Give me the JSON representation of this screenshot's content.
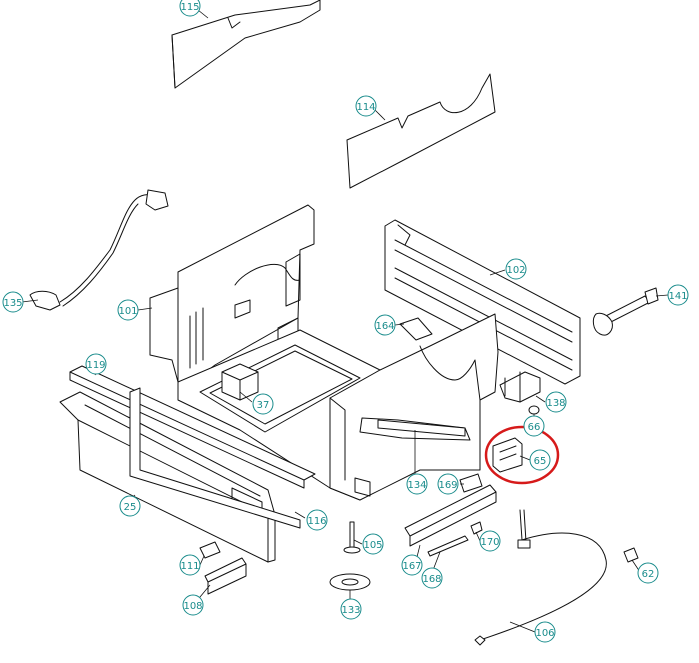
{
  "diagram": {
    "kind": "exploded parts diagram",
    "callout_color": "#1a8c8c",
    "line_color": "#111111",
    "highlight_color": "#d61a1a",
    "highlighted_part": "65",
    "callouts": [
      {
        "id": "c115",
        "label": "115"
      },
      {
        "id": "c114",
        "label": "114"
      },
      {
        "id": "c135",
        "label": "135"
      },
      {
        "id": "c101",
        "label": "101"
      },
      {
        "id": "c102",
        "label": "102"
      },
      {
        "id": "c141",
        "label": "141"
      },
      {
        "id": "c164",
        "label": "164"
      },
      {
        "id": "c119",
        "label": "119"
      },
      {
        "id": "c37",
        "label": "37"
      },
      {
        "id": "c138",
        "label": "138"
      },
      {
        "id": "c66",
        "label": "66"
      },
      {
        "id": "c65",
        "label": "65"
      },
      {
        "id": "c134",
        "label": "134"
      },
      {
        "id": "c169",
        "label": "169"
      },
      {
        "id": "c25",
        "label": "25"
      },
      {
        "id": "c116",
        "label": "116"
      },
      {
        "id": "c105",
        "label": "105"
      },
      {
        "id": "c170",
        "label": "170"
      },
      {
        "id": "c111",
        "label": "111"
      },
      {
        "id": "c167",
        "label": "167"
      },
      {
        "id": "c168",
        "label": "168"
      },
      {
        "id": "c62",
        "label": "62"
      },
      {
        "id": "c108",
        "label": "108"
      },
      {
        "id": "c133",
        "label": "133"
      },
      {
        "id": "c106",
        "label": "106"
      }
    ]
  }
}
